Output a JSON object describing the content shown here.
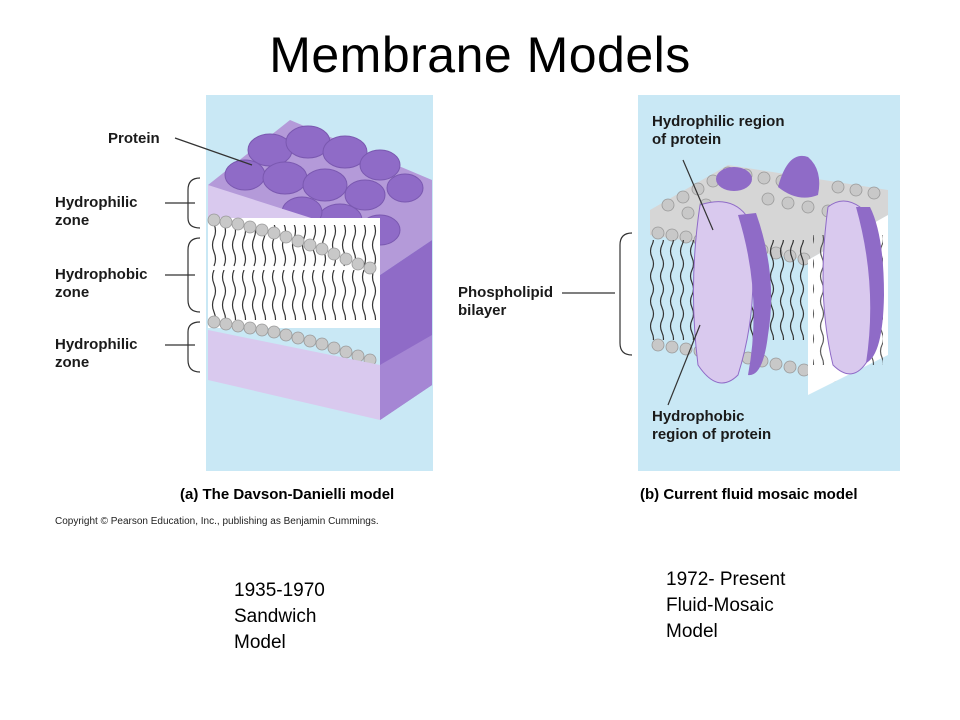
{
  "title": "Membrane Models",
  "left_figure": {
    "labels": {
      "protein": "Protein",
      "hydrophilic_zone_top_1": "Hydrophilic",
      "hydrophilic_zone_top_2": "zone",
      "hydrophobic_zone_1": "Hydrophobic",
      "hydrophobic_zone_2": "zone",
      "hydrophilic_zone_bottom_1": "Hydrophilic",
      "hydrophilic_zone_bottom_2": "zone"
    },
    "caption": "(a)  The Davson-Danielli model",
    "copyright": "Copyright © Pearson Education, Inc., publishing as Benjamin Cummings."
  },
  "center_label": {
    "line1": "Phospholipid",
    "line2": "bilayer"
  },
  "right_figure": {
    "labels": {
      "hydrophilic_region_1": "Hydrophilic region",
      "hydrophilic_region_2": "of  protein",
      "hydrophobic_region_1": "Hydrophobic",
      "hydrophobic_region_2": "region of protein"
    },
    "caption": "(b)  Current fluid mosaic model"
  },
  "eras": {
    "left": [
      "1935-1970",
      "Sandwich",
      "Model"
    ],
    "right": [
      "1972- Present",
      "Fluid-Mosaic",
      "Model"
    ]
  },
  "colors": {
    "panel_bg": "#c9e8f5",
    "protein_light": "#d9c9ee",
    "protein_mid": "#b49ad9",
    "protein_dark": "#8f6bc7",
    "lipid_head": "#c8c8c8"
  }
}
